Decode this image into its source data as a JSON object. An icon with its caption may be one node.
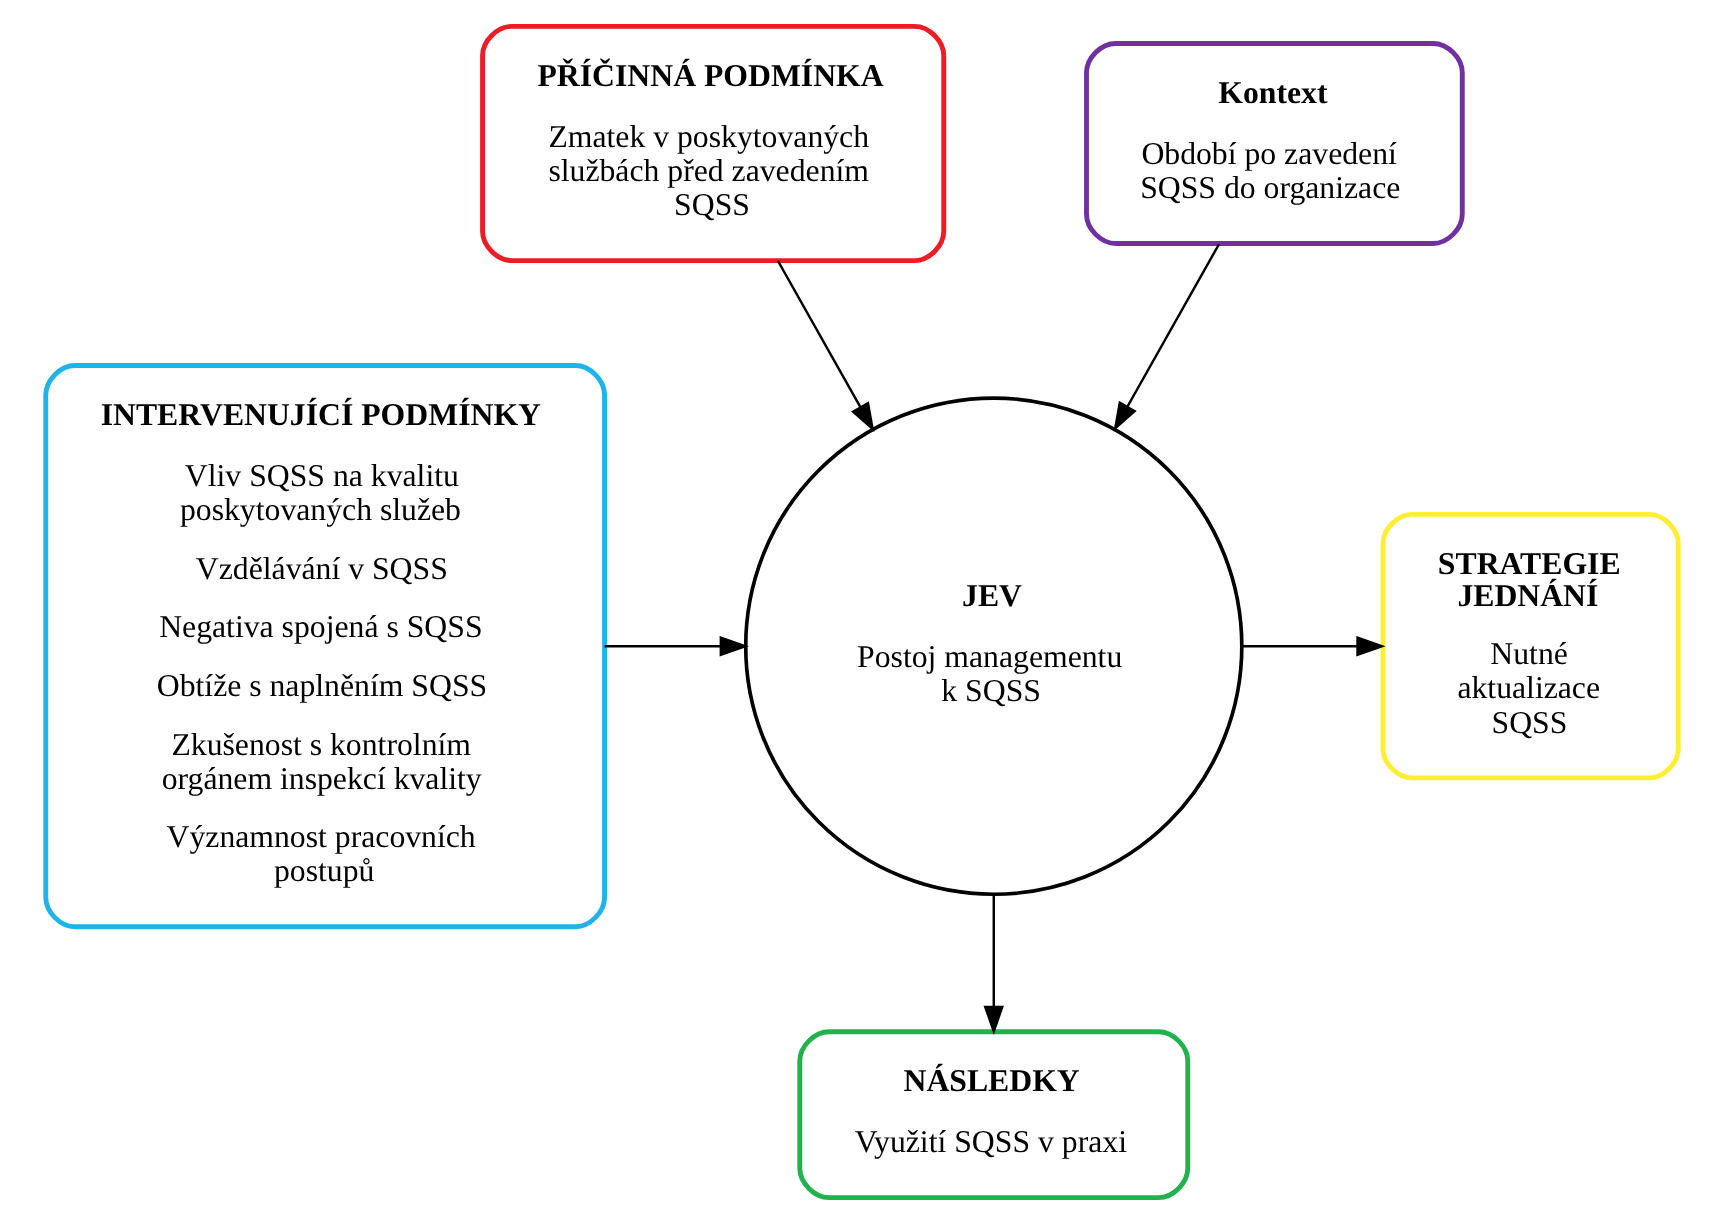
{
  "diagram": {
    "nodes": [
      {
        "text": [
          "PŘÍČINNÁ PODMÍNKA",
          "Zmatek v poskytovaných službách před zavedením SQSS"
        ]
      },
      {
        "text": [
          "Kontext",
          "Období po zavedení SQSS do organizace"
        ]
      },
      {
        "text": [
          "JEV",
          "Postoj managementu k SQSS"
        ]
      },
      {
        "text": [
          "INTERVENUJÍCÍ PODMÍNKY",
          "Vliv SQSS na kvalitu poskytovaných služeb",
          "Vzdělávání v SQSS",
          "Negativa spojená s SQSS",
          "Obtíže s naplněním SQSS",
          "Zkušenost s kontrolním orgánem inspekcí kvality",
          "Významnost pracovních postupů"
        ]
      },
      {
        "text": [
          "STRATEGIE JEDNÁNÍ",
          "Nutné aktualizace SQSS"
        ]
      },
      {
        "text": [
          "NÁSLEDKY",
          "Využití SQSS v praxi"
        ]
      }
    ],
    "edges": [
      {
        "from": 0,
        "to": 2,
        "arrow": "to"
      },
      {
        "from": 1,
        "to": 2,
        "arrow": "to"
      },
      {
        "from": 3,
        "to": 2,
        "arrow": "to"
      },
      {
        "from": 2,
        "to": 4,
        "arrow": "to"
      },
      {
        "from": 2,
        "to": 5,
        "arrow": "to"
      }
    ]
  }
}
